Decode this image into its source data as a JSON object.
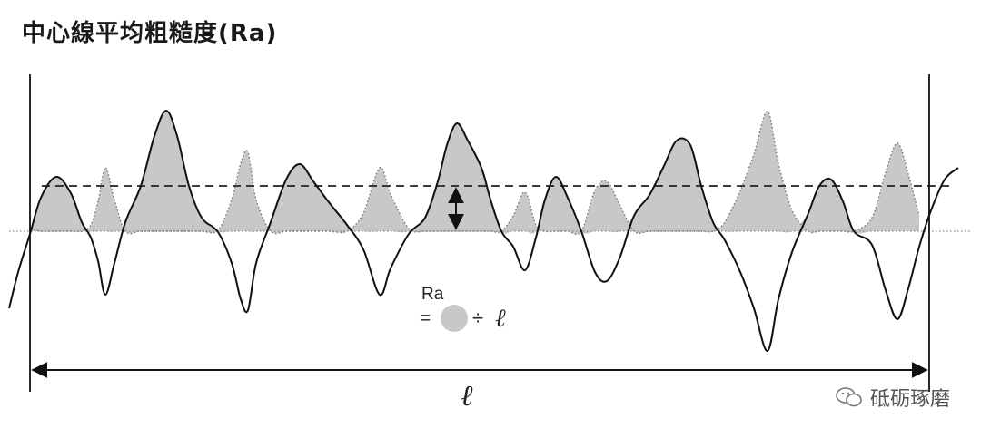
{
  "title": "中心線平均粗糙度(Ra)",
  "formula": {
    "line1": "Ra",
    "equals": "=",
    "divide": "÷",
    "length_symbol": "ℓ"
  },
  "length_label": "ℓ",
  "watermark": "砥砺琢磨"
}
